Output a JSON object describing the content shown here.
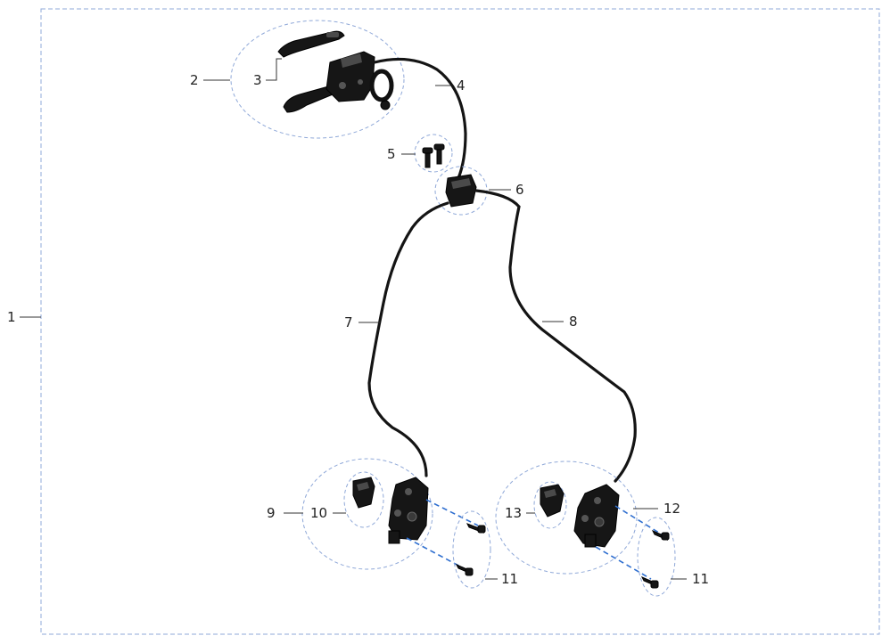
{
  "callouts": {
    "c1": "1",
    "c2": "2",
    "c3": "3",
    "c4": "4",
    "c5": "5",
    "c6": "6",
    "c7": "7",
    "c8": "8",
    "c9": "9",
    "c10": "10",
    "c11a": "11",
    "c11b": "11",
    "c12": "12",
    "c13": "13"
  },
  "colors": {
    "frame": "#8fa8d8",
    "hose": "#141414",
    "bolt_alignment": "#2f6fd0"
  }
}
